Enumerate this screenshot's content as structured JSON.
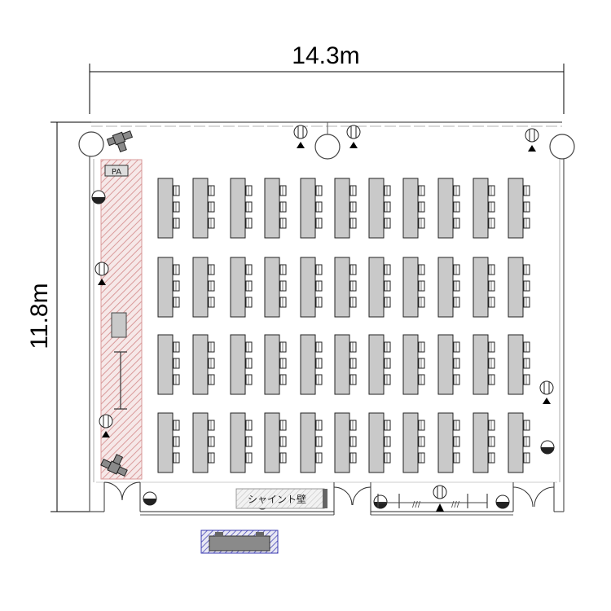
{
  "dimensions": {
    "width_label": "14.3m",
    "height_label": "11.8m"
  },
  "labels": {
    "pa": "PA",
    "partition": "シャイント壁"
  },
  "layout": {
    "table_grid": {
      "columns": 11,
      "rows": 4,
      "chairs_per_table": 3
    }
  },
  "colors": {
    "table_fill": "#c9c9c9",
    "stage_hatch": "#d99a9a",
    "stage_fill": "#f6e8e8",
    "entrance_hatch": "#3a3ab0",
    "speaker_fill": "#8a8a8a",
    "wall_line": "#555555",
    "door_line": "#333333",
    "spot_arrow": "#000000"
  },
  "icons": {
    "light_fixture": "ceiling-light-icon",
    "spotlight": "spotlight-icon",
    "pillar": "pillar-icon",
    "speaker": "speaker-icon"
  }
}
